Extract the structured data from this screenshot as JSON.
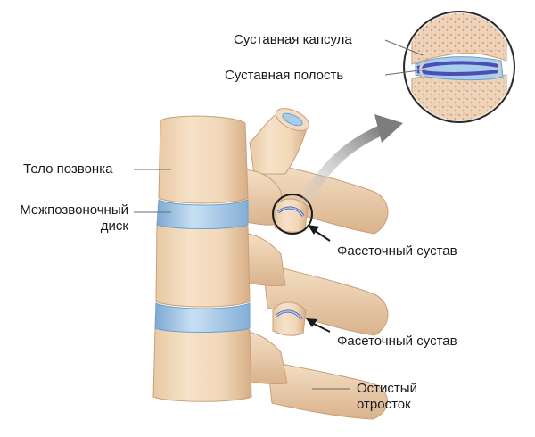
{
  "labels": {
    "joint_capsule": "Суставная капсула",
    "joint_cavity": "Суставная полость",
    "vertebral_body": "Тело позвонка",
    "intervertebral_disc_line1": "Межпозвоночный",
    "intervertebral_disc_line2": "диск",
    "facet_joint_1": "Фасеточный сустав",
    "facet_joint_2": "Фасеточный сустав",
    "spinous_process_line1": "Остистый",
    "spinous_process_line2": "отросток"
  },
  "colors": {
    "bone": "#f4dcc0",
    "bone_shade": "#dcb48c",
    "disc": "#a9cdec",
    "disc_shade": "#6f9fc9",
    "capsule_fill": "#efd3b8",
    "cavity": "#4a4fb5",
    "arrow": "#8c8c8c",
    "leader_line": "#6a6a6a"
  },
  "icons": {
    "magnify_arrow": "curved-arrow-icon",
    "pointer_arrows": "arrow-pointer-icon"
  }
}
